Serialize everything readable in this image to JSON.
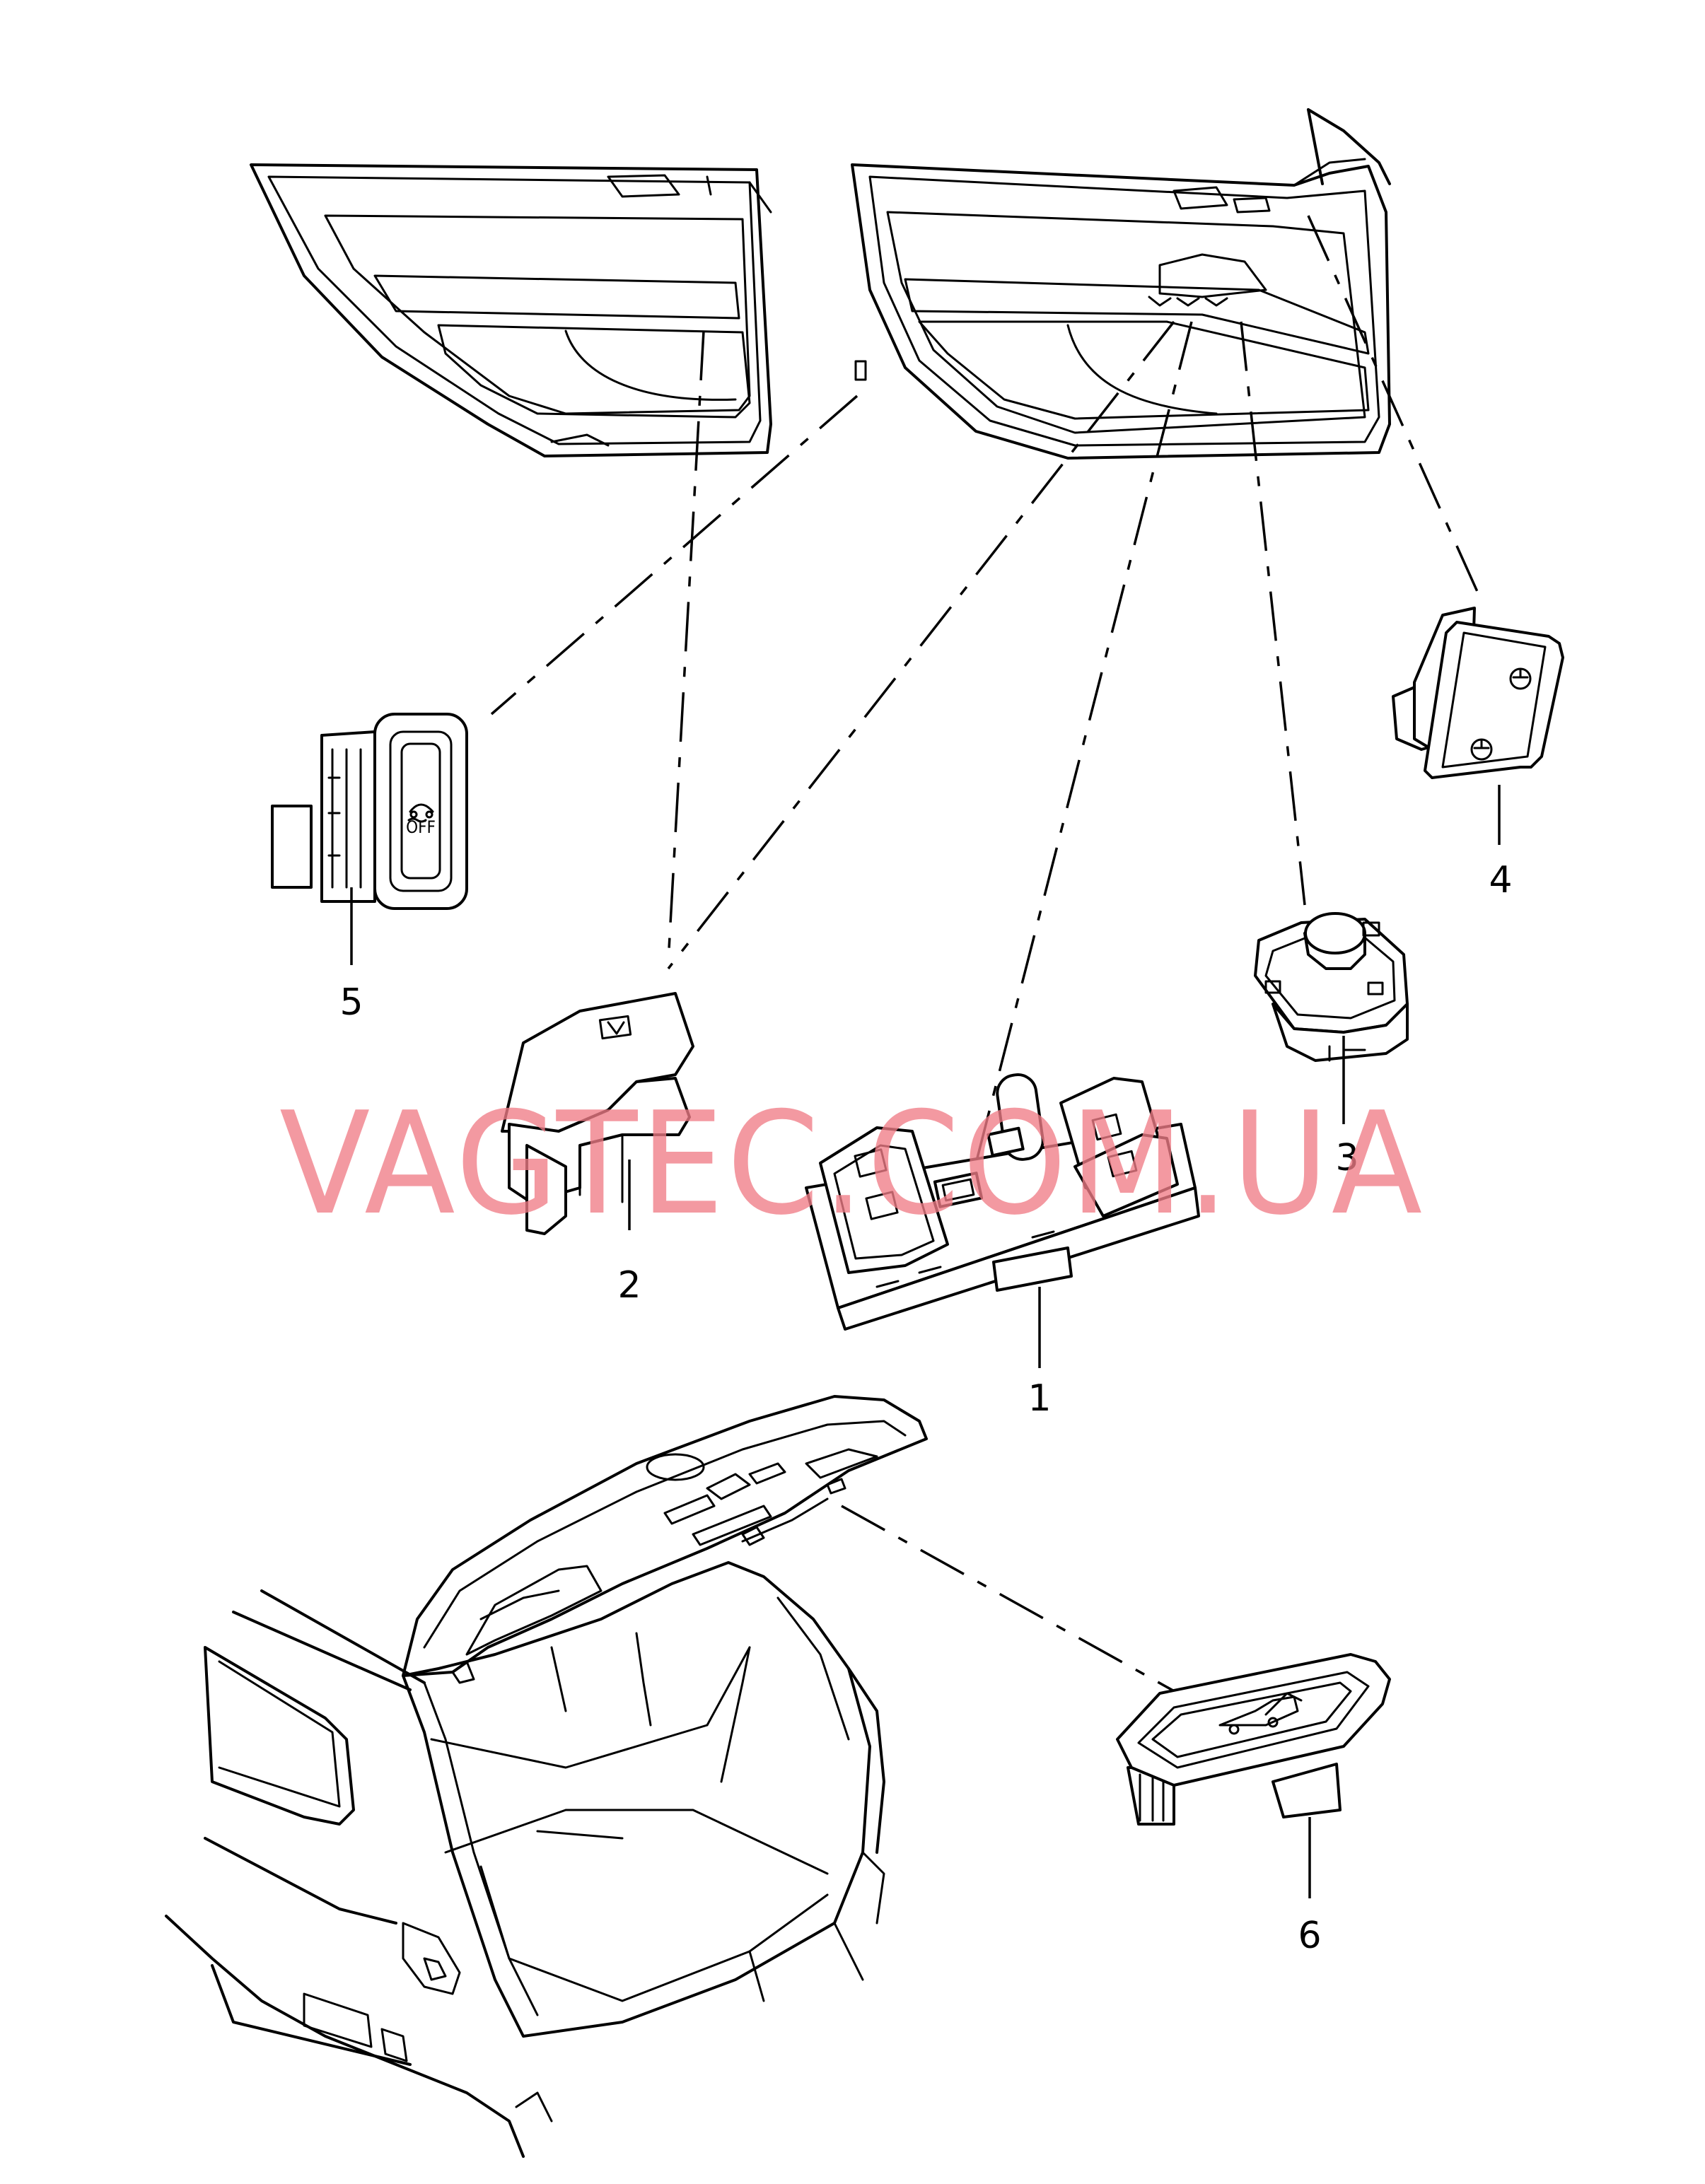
{
  "watermark": "VAGTEC.COM.UA",
  "callouts": [
    "1",
    "2",
    "3",
    "4",
    "5",
    "6"
  ],
  "icons": {
    "esp_button_text": "OFF",
    "esp_button_icon": "car-skid-icon",
    "trunk_button_icon": "car-trunk-icon",
    "mirror_button_icon": "mirror-fold-icon"
  }
}
